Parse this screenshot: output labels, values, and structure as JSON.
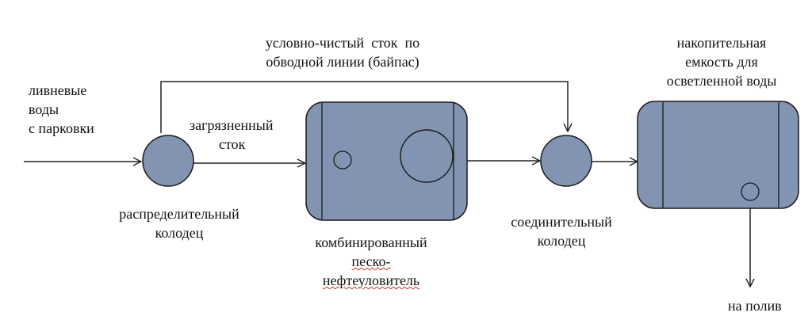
{
  "colors": {
    "component_fill": "#8394B3",
    "component_stroke": "#1a1a1a",
    "line": "#222222",
    "spellcheck_underline": "#c0392b"
  },
  "labels": {
    "input_line1": "ливневые",
    "input_line2": "воды",
    "input_line3": "с парковки",
    "bypass_line1": "условно-чистый  сток  по",
    "bypass_line2": "обводной линии (байпас)",
    "dirty_line1": "загрязненный",
    "dirty_line2": "сток",
    "distribution_well_line1": "распределительный",
    "distribution_well_line2": "колодец",
    "separator_line1": "комбинированный",
    "separator_line2": "песко-",
    "separator_line3": "нефтеуловитель",
    "connecting_well_line1": "соединительный",
    "connecting_well_line2": "колодец",
    "storage_line1": "накопительная",
    "storage_line2": "емкость для",
    "storage_line3": "осветленной воды",
    "output": "на полив"
  }
}
